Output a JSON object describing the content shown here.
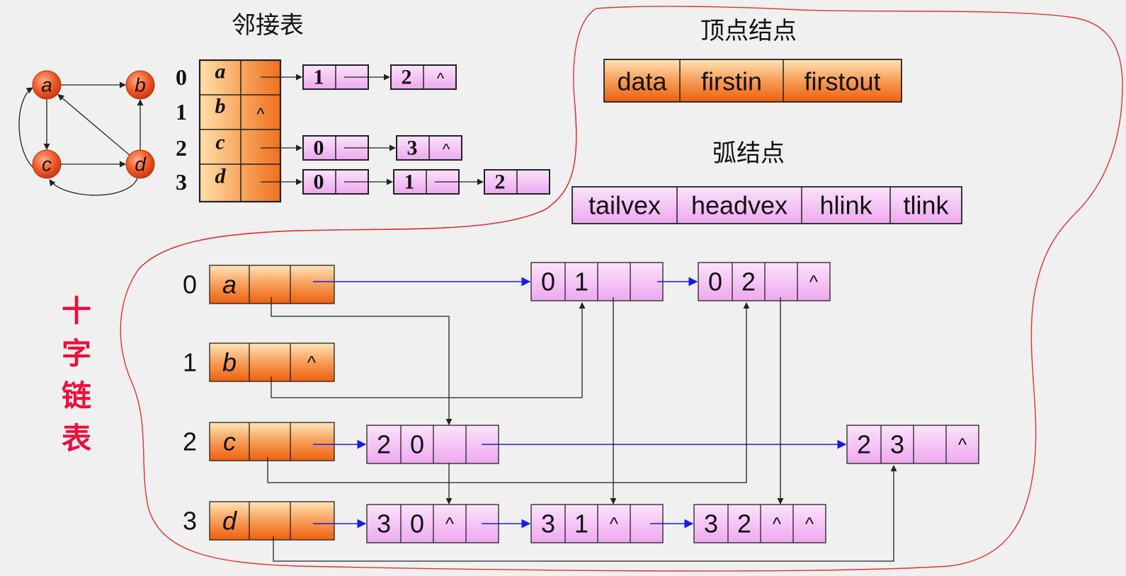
{
  "titles": {
    "adjacency_list": "邻接表",
    "vertex_node": "顶点结点",
    "arc_node": "弧结点",
    "cross_list": "十字链表"
  },
  "graph": {
    "nodes": [
      "a",
      "b",
      "c",
      "d"
    ]
  },
  "adjacency_list": {
    "rows": [
      {
        "index": "0",
        "vertex": "a",
        "ptr": "",
        "edges": [
          {
            "adj": "1",
            "next": ""
          },
          {
            "adj": "2",
            "next": "^"
          }
        ]
      },
      {
        "index": "1",
        "vertex": "b",
        "ptr": "^",
        "edges": []
      },
      {
        "index": "2",
        "vertex": "c",
        "ptr": "",
        "edges": [
          {
            "adj": "0",
            "next": ""
          },
          {
            "adj": "3",
            "next": "^"
          }
        ]
      },
      {
        "index": "3",
        "vertex": "d",
        "ptr": "",
        "edges": [
          {
            "adj": "0",
            "next": ""
          },
          {
            "adj": "1",
            "next": ""
          },
          {
            "adj": "2",
            "next": ""
          }
        ]
      }
    ]
  },
  "vertex_node_fields": [
    "data",
    "firstin",
    "firstout"
  ],
  "arc_node_fields": [
    "tailvex",
    "headvex",
    "hlink",
    "tlink"
  ],
  "cross_list": {
    "vertices": [
      {
        "index": "0",
        "data": "a",
        "firstin": "",
        "firstout": ""
      },
      {
        "index": "1",
        "data": "b",
        "firstin": "",
        "firstout": "^"
      },
      {
        "index": "2",
        "data": "c",
        "firstin": "",
        "firstout": ""
      },
      {
        "index": "3",
        "data": "d",
        "firstin": "",
        "firstout": ""
      }
    ],
    "arcs": [
      {
        "id": "01",
        "tail": "0",
        "head": "1",
        "hlink": "",
        "tlink": ""
      },
      {
        "id": "02",
        "tail": "0",
        "head": "2",
        "hlink": "",
        "tlink": "^"
      },
      {
        "id": "20",
        "tail": "2",
        "head": "0",
        "hlink": "",
        "tlink": ""
      },
      {
        "id": "23",
        "tail": "2",
        "head": "3",
        "hlink": "",
        "tlink": "^"
      },
      {
        "id": "30",
        "tail": "3",
        "head": "0",
        "hlink": "^",
        "tlink": ""
      },
      {
        "id": "31",
        "tail": "3",
        "head": "1",
        "hlink": "^",
        "tlink": ""
      },
      {
        "id": "32",
        "tail": "3",
        "head": "2",
        "hlink": "^",
        "tlink": "^"
      }
    ]
  },
  "colors": {
    "vertex_fill_top": "#ffd9a0",
    "vertex_fill_bottom": "#f06a10",
    "arc_fill": "#f2b8f4",
    "arc_fill_light": "#fbe6fb",
    "node_circle": "#f25c2a",
    "blue_arrow": "#1a1aee",
    "region_outline": "#e23030",
    "vertical_title": "#ee0d3c"
  }
}
